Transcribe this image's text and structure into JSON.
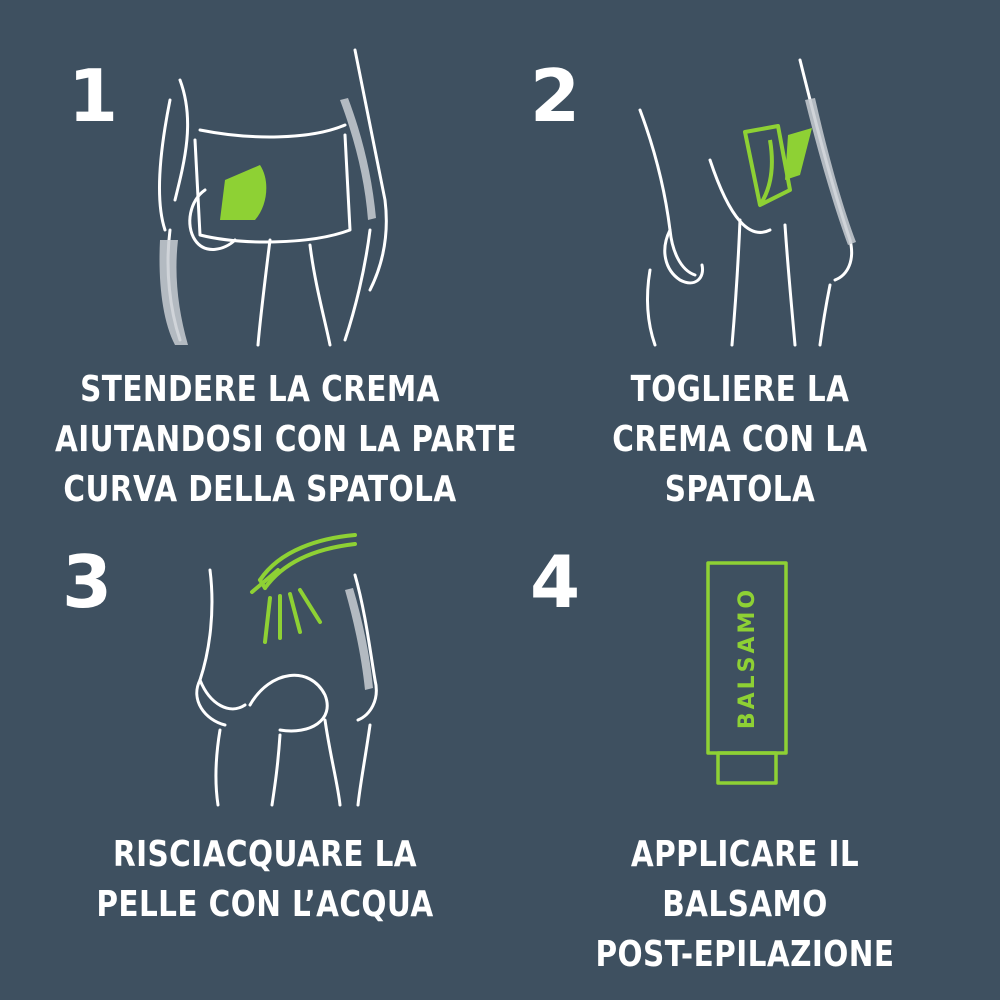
{
  "colors": {
    "background": "#3e5060",
    "accent": "#8ed134",
    "line": "#ffffff"
  },
  "steps": [
    {
      "number": "1",
      "lines": [
        "STENDERE LA CREMA",
        "AIUTANDOSI CON LA PARTE",
        "CURVA DELLA SPATOLA"
      ],
      "icon": "body-front-spatula-icon"
    },
    {
      "number": "2",
      "lines": [
        "TOGLIERE LA",
        "CREMA CON LA",
        "SPATOLA"
      ],
      "icon": "body-front-removing-icon"
    },
    {
      "number": "3",
      "lines": [
        "RISCIACQUARE LA",
        "PELLE CON L’ACQUA"
      ],
      "icon": "body-back-shower-icon"
    },
    {
      "number": "4",
      "lines": [
        "APPLICARE IL",
        "BALSAMO",
        "POST-EPILAZIONE"
      ],
      "icon": "balm-tube-icon"
    }
  ],
  "tube": {
    "label": "BALSAMO"
  }
}
